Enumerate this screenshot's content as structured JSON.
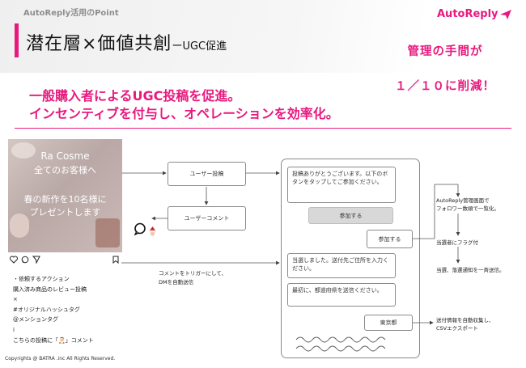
{
  "header": {
    "kicker": "AutoReply活用のPoint",
    "title_main": "潜在層×価値共創",
    "title_sub": "ーUGC促進",
    "logo": "AutoReply"
  },
  "callout": {
    "line1": "管理の手間が",
    "line2": "１／１０に削減！"
  },
  "lead": {
    "line1": "一般購入者によるUGC投稿を促進。",
    "line2": "インセンティブを付与し、オペレーションを効率化。"
  },
  "post": {
    "brand": "Ra Cosme",
    "brand_sub": "全てのお客様へ",
    "offer_line1": "春の新作を10名様に",
    "offer_line2": "プレゼントします",
    "caption_lines": [
      "・依頼するアクション",
      "購入済み商品のレビュー投稿",
      "×",
      "#オリジナルハッシュタグ",
      "@メンションタグ",
      "i",
      "こちらの投稿に「🎅」コメント"
    ]
  },
  "flow": {
    "user_post": "ユーザー投稿",
    "user_comment": "ユーザーコメント",
    "trigger_note_1": "コメントをトリガーにして、",
    "trigger_note_2": "DMを自動送信"
  },
  "phone": {
    "msg1": "投稿ありがとうございます。以下のボタンをタップしてご参加ください。",
    "join_button": "参加する",
    "join_reply": "参加する",
    "msg2": "当選しました。送付先ご住所を入力ください。",
    "msg3": "最初に、都道府県を送信ください。",
    "reply_city": "東京都"
  },
  "side_notes": {
    "n1_line1": "AutoReply管理画面で",
    "n1_line2": "フォロワー数順で一覧化。",
    "n2": "当選者にフラグ付",
    "n3": "当選、落選通知を一斉送信。",
    "n4_line1": "送付情報を自動収集し、",
    "n4_line2": "CSVエクスポート"
  },
  "footer": {
    "copyright": "Copyrights @ BATRA .inc All Rights Reserved."
  },
  "colors": {
    "accent": "#e8197e"
  }
}
